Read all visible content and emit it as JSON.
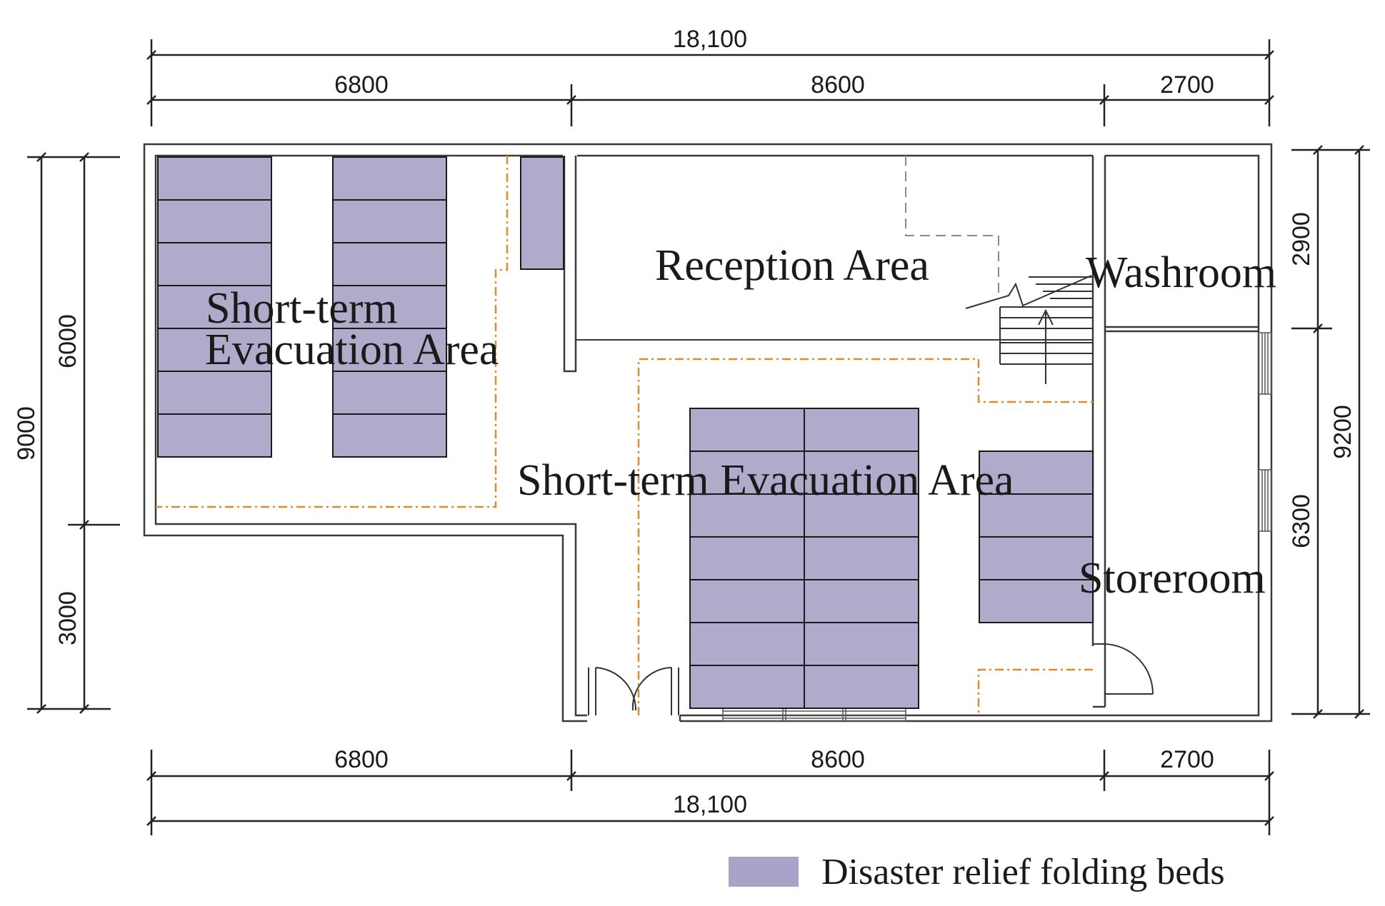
{
  "dimensions": {
    "top_total": "18,100",
    "top_segments": [
      "6800",
      "8600",
      "2700"
    ],
    "bottom_segments": [
      "6800",
      "8600",
      "2700"
    ],
    "bottom_total": "18,100",
    "left_total": "9000",
    "left_segments": [
      "6000",
      "3000"
    ],
    "right_total": "9200",
    "right_segments": [
      "2900",
      "6300"
    ]
  },
  "rooms": {
    "short_term_left_line1": "Short-term",
    "short_term_left_line2": "Evacuation Area",
    "reception": "Reception Area",
    "washroom": "Washroom",
    "short_term_center": "Short-term Evacuation Area",
    "storeroom": "Storeroom"
  },
  "legend": {
    "label": "Disaster relief folding beds",
    "swatch_color": "#a9a2c9"
  },
  "colors": {
    "bed_fill": "#b0abcb",
    "wall": "#3a3a3a",
    "zone_border": "#e08a30",
    "dashed": "#8a8a8a"
  }
}
